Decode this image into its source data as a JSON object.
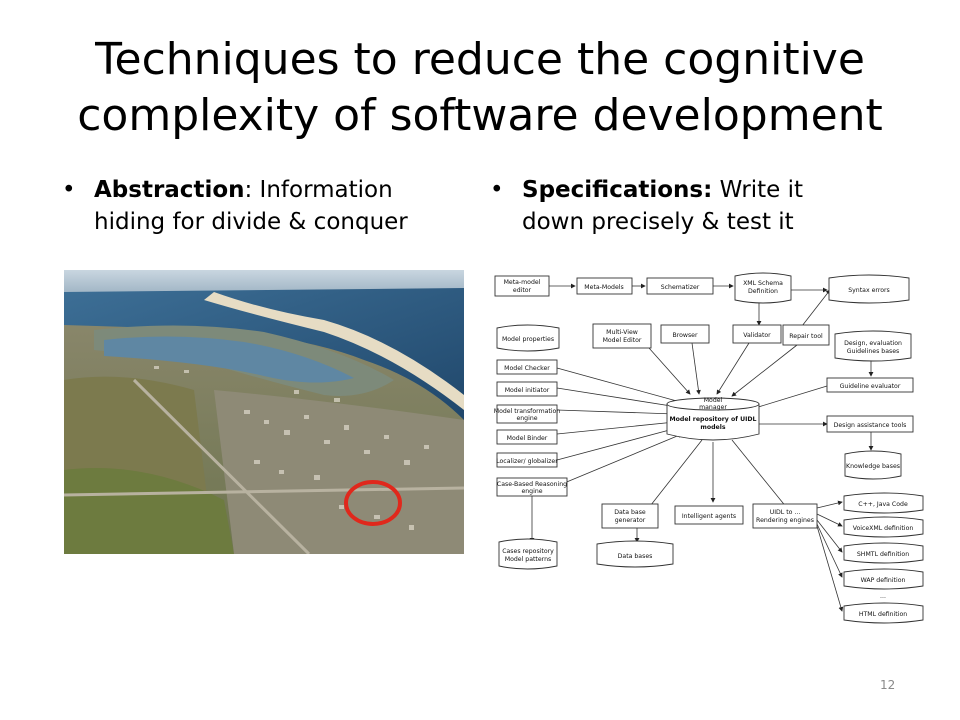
{
  "slide": {
    "title_line1": "Techniques to reduce the cognitive",
    "title_line2": "complexity of software development",
    "page_number": "12"
  },
  "bullets": {
    "left": {
      "lead": "Abstraction",
      "rest_line1": ": Information",
      "line2": "hiding for divide & conquer"
    },
    "right": {
      "lead": "Specifications:",
      "rest_line1": " Write it",
      "line2": "down precisely & test it"
    }
  },
  "diagram": {
    "top_row": [
      "Meta-model",
      "editor",
      "Meta-Models",
      "Schematizer",
      "XML Schema",
      "Definition",
      "Syntax errors"
    ],
    "second_row": [
      "Model properties",
      "Multi-View",
      "Model Editor",
      "Browser",
      "Validator",
      "Repair tool",
      "Design, evaluation",
      "Guidelines bases"
    ],
    "left_col": [
      "Model Checker",
      "Model initiator",
      "Model transformation",
      "engine",
      "Model Binder",
      "Localizer/ globalizer",
      "Case-Based Reasoning",
      "engine"
    ],
    "center": [
      "Model",
      "manager",
      "Model repository of UIDL",
      "models"
    ],
    "right_col": [
      "Guideline evaluator",
      "Design assistance tools",
      "Knowledge bases"
    ],
    "bottom": [
      "Cases repository",
      "Model patterns",
      "Data base",
      "generator",
      "Data bases",
      "Intelligent agents",
      "UIDL to ...",
      "Rendering engines"
    ],
    "outputs": [
      "C++, Java Code",
      "VoiceXML definition",
      "SHMTL definition",
      "WAP definition",
      "...",
      "HTML definition"
    ]
  }
}
